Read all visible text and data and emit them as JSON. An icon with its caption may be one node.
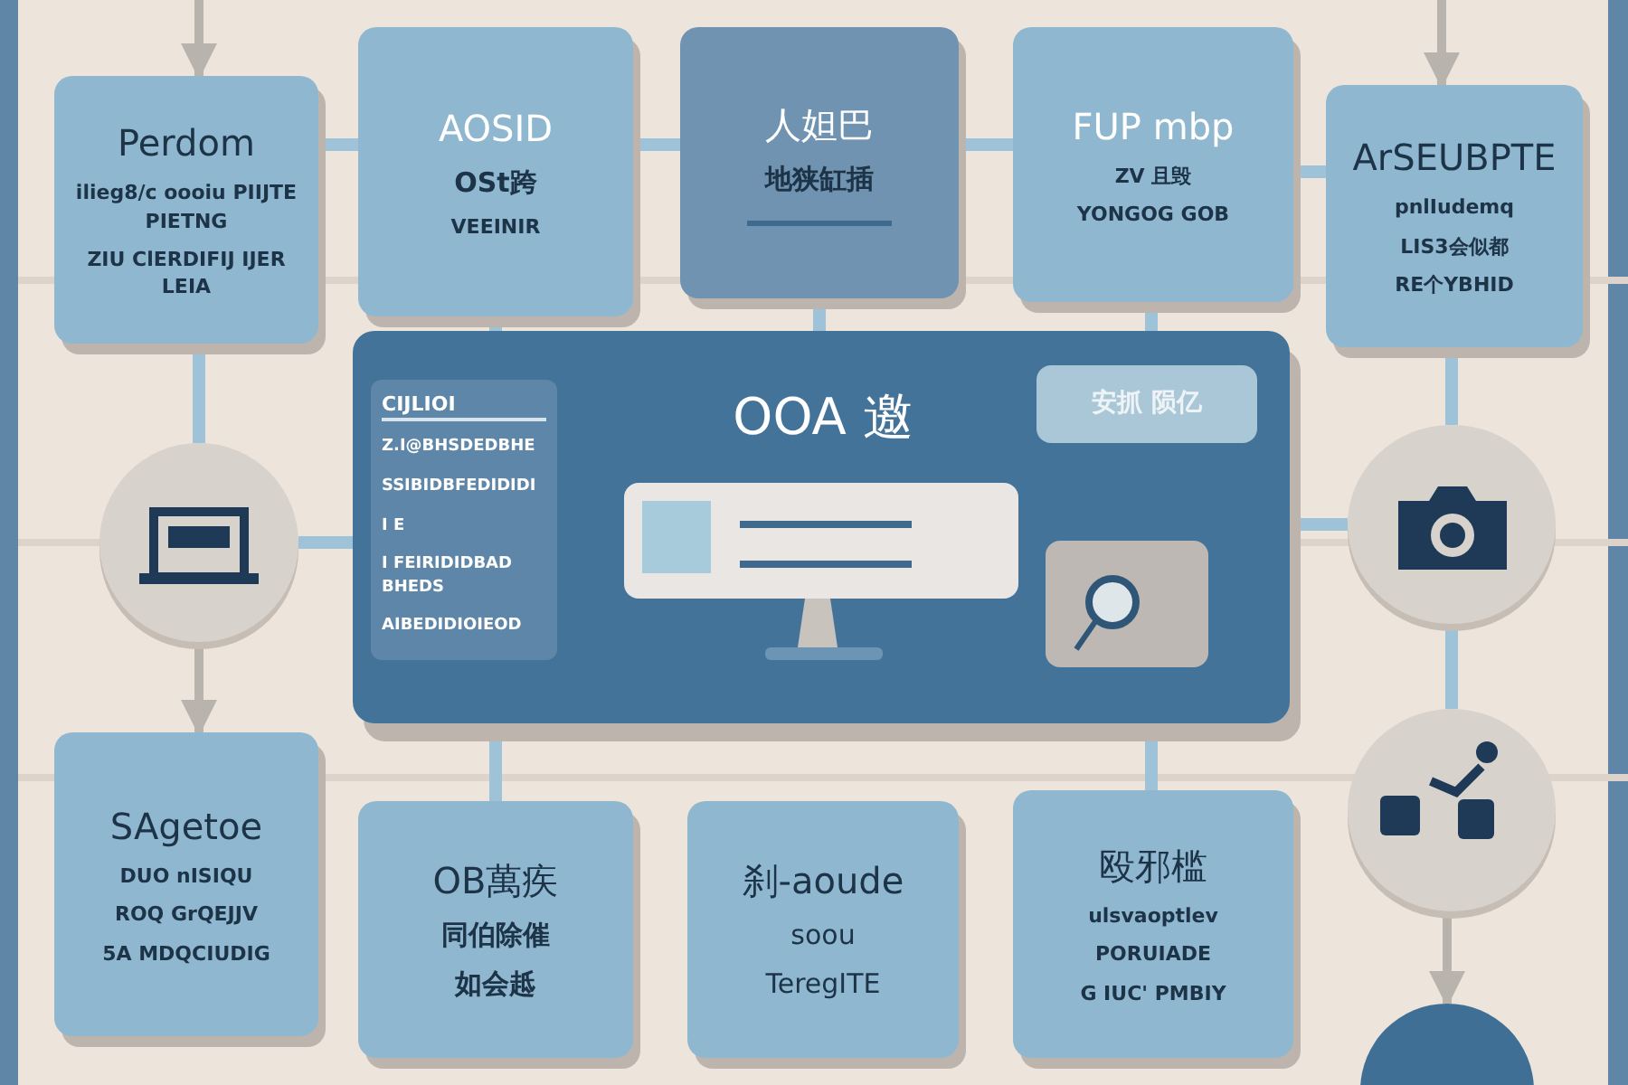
{
  "diagram": {
    "nodes": [
      {
        "text": [
          "Perdom",
          "ilieg8/c oooiu PIIJTE PIETNG",
          "ZIU ClERDIFIJ IJER LEIA"
        ]
      },
      {
        "text": [
          "AOSID",
          "OSt跨",
          "VEEINIR"
        ]
      },
      {
        "text": [
          "人妲巴",
          "地狭缸插"
        ]
      },
      {
        "text": [
          "FUP mbp",
          "ZV 且毁",
          "YONGOG GOB"
        ]
      },
      {
        "text": [
          "ArSEUBPTE",
          "pnlIudemq",
          "LIS3会似都",
          "RE个YBHID"
        ]
      },
      {
        "text": [
          "OOA 邀"
        ]
      },
      {
        "text": [
          "CIJLIOI",
          "Z.I@BHSDEDBHE",
          "SSIBIDBFEDIDIDI",
          "I E",
          "I FEIRIDIDBAD BHEDS",
          "AIBEDIDIOIEOD"
        ],
        "in": 5
      },
      {
        "text": [
          "安抓 陨亿"
        ],
        "in": 5
      },
      {
        "text": [],
        "shape": "circle"
      },
      {
        "text": [],
        "shape": "circle"
      },
      {
        "text": [],
        "shape": "circle"
      },
      {
        "text": [],
        "shape": "circle"
      },
      {
        "text": [
          "SAgetoe",
          "DUO nISIQU",
          "ROQ GrQEJJV",
          "5A MDQCIUDIG"
        ]
      },
      {
        "text": [
          "OB萬疾",
          "同伯除催",
          "如会趆"
        ]
      },
      {
        "text": [
          "刹-aoude",
          "soou",
          "TeregITE"
        ]
      },
      {
        "text": [
          "殴邪槛",
          "ulsvaoptlev",
          "PORUIADE",
          "G IUC' PMBIY"
        ]
      }
    ],
    "edges": [
      {
        "from": null,
        "to": 0,
        "arrow": "to",
        "color": "#b9b3ad"
      },
      {
        "from": null,
        "to": 4,
        "arrow": "to",
        "color": "#b9b3ad"
      },
      {
        "from": 0,
        "to": 1,
        "arrow": "none"
      },
      {
        "from": 1,
        "to": 2,
        "arrow": "none"
      },
      {
        "from": 2,
        "to": 3,
        "arrow": "none"
      },
      {
        "from": 3,
        "to": 4,
        "arrow": "none"
      },
      {
        "from": 1,
        "to": 5,
        "arrow": "none"
      },
      {
        "from": 2,
        "to": 5,
        "arrow": "none"
      },
      {
        "from": 3,
        "to": 5,
        "arrow": "none"
      },
      {
        "from": 0,
        "to": 8,
        "arrow": "none"
      },
      {
        "from": 8,
        "to": 12,
        "arrow": "to",
        "color": "#b9b3ad"
      },
      {
        "from": 4,
        "to": 9,
        "arrow": "none"
      },
      {
        "from": 9,
        "to": 10,
        "arrow": "none"
      },
      {
        "from": 10,
        "to": 11,
        "arrow": "to",
        "color": "#b9b3ad"
      },
      {
        "from": 8,
        "to": 5,
        "arrow": "none"
      },
      {
        "from": 5,
        "to": 9,
        "arrow": "none"
      },
      {
        "from": 5,
        "to": 13,
        "arrow": "none"
      },
      {
        "from": 5,
        "to": 15,
        "arrow": "none"
      }
    ]
  }
}
